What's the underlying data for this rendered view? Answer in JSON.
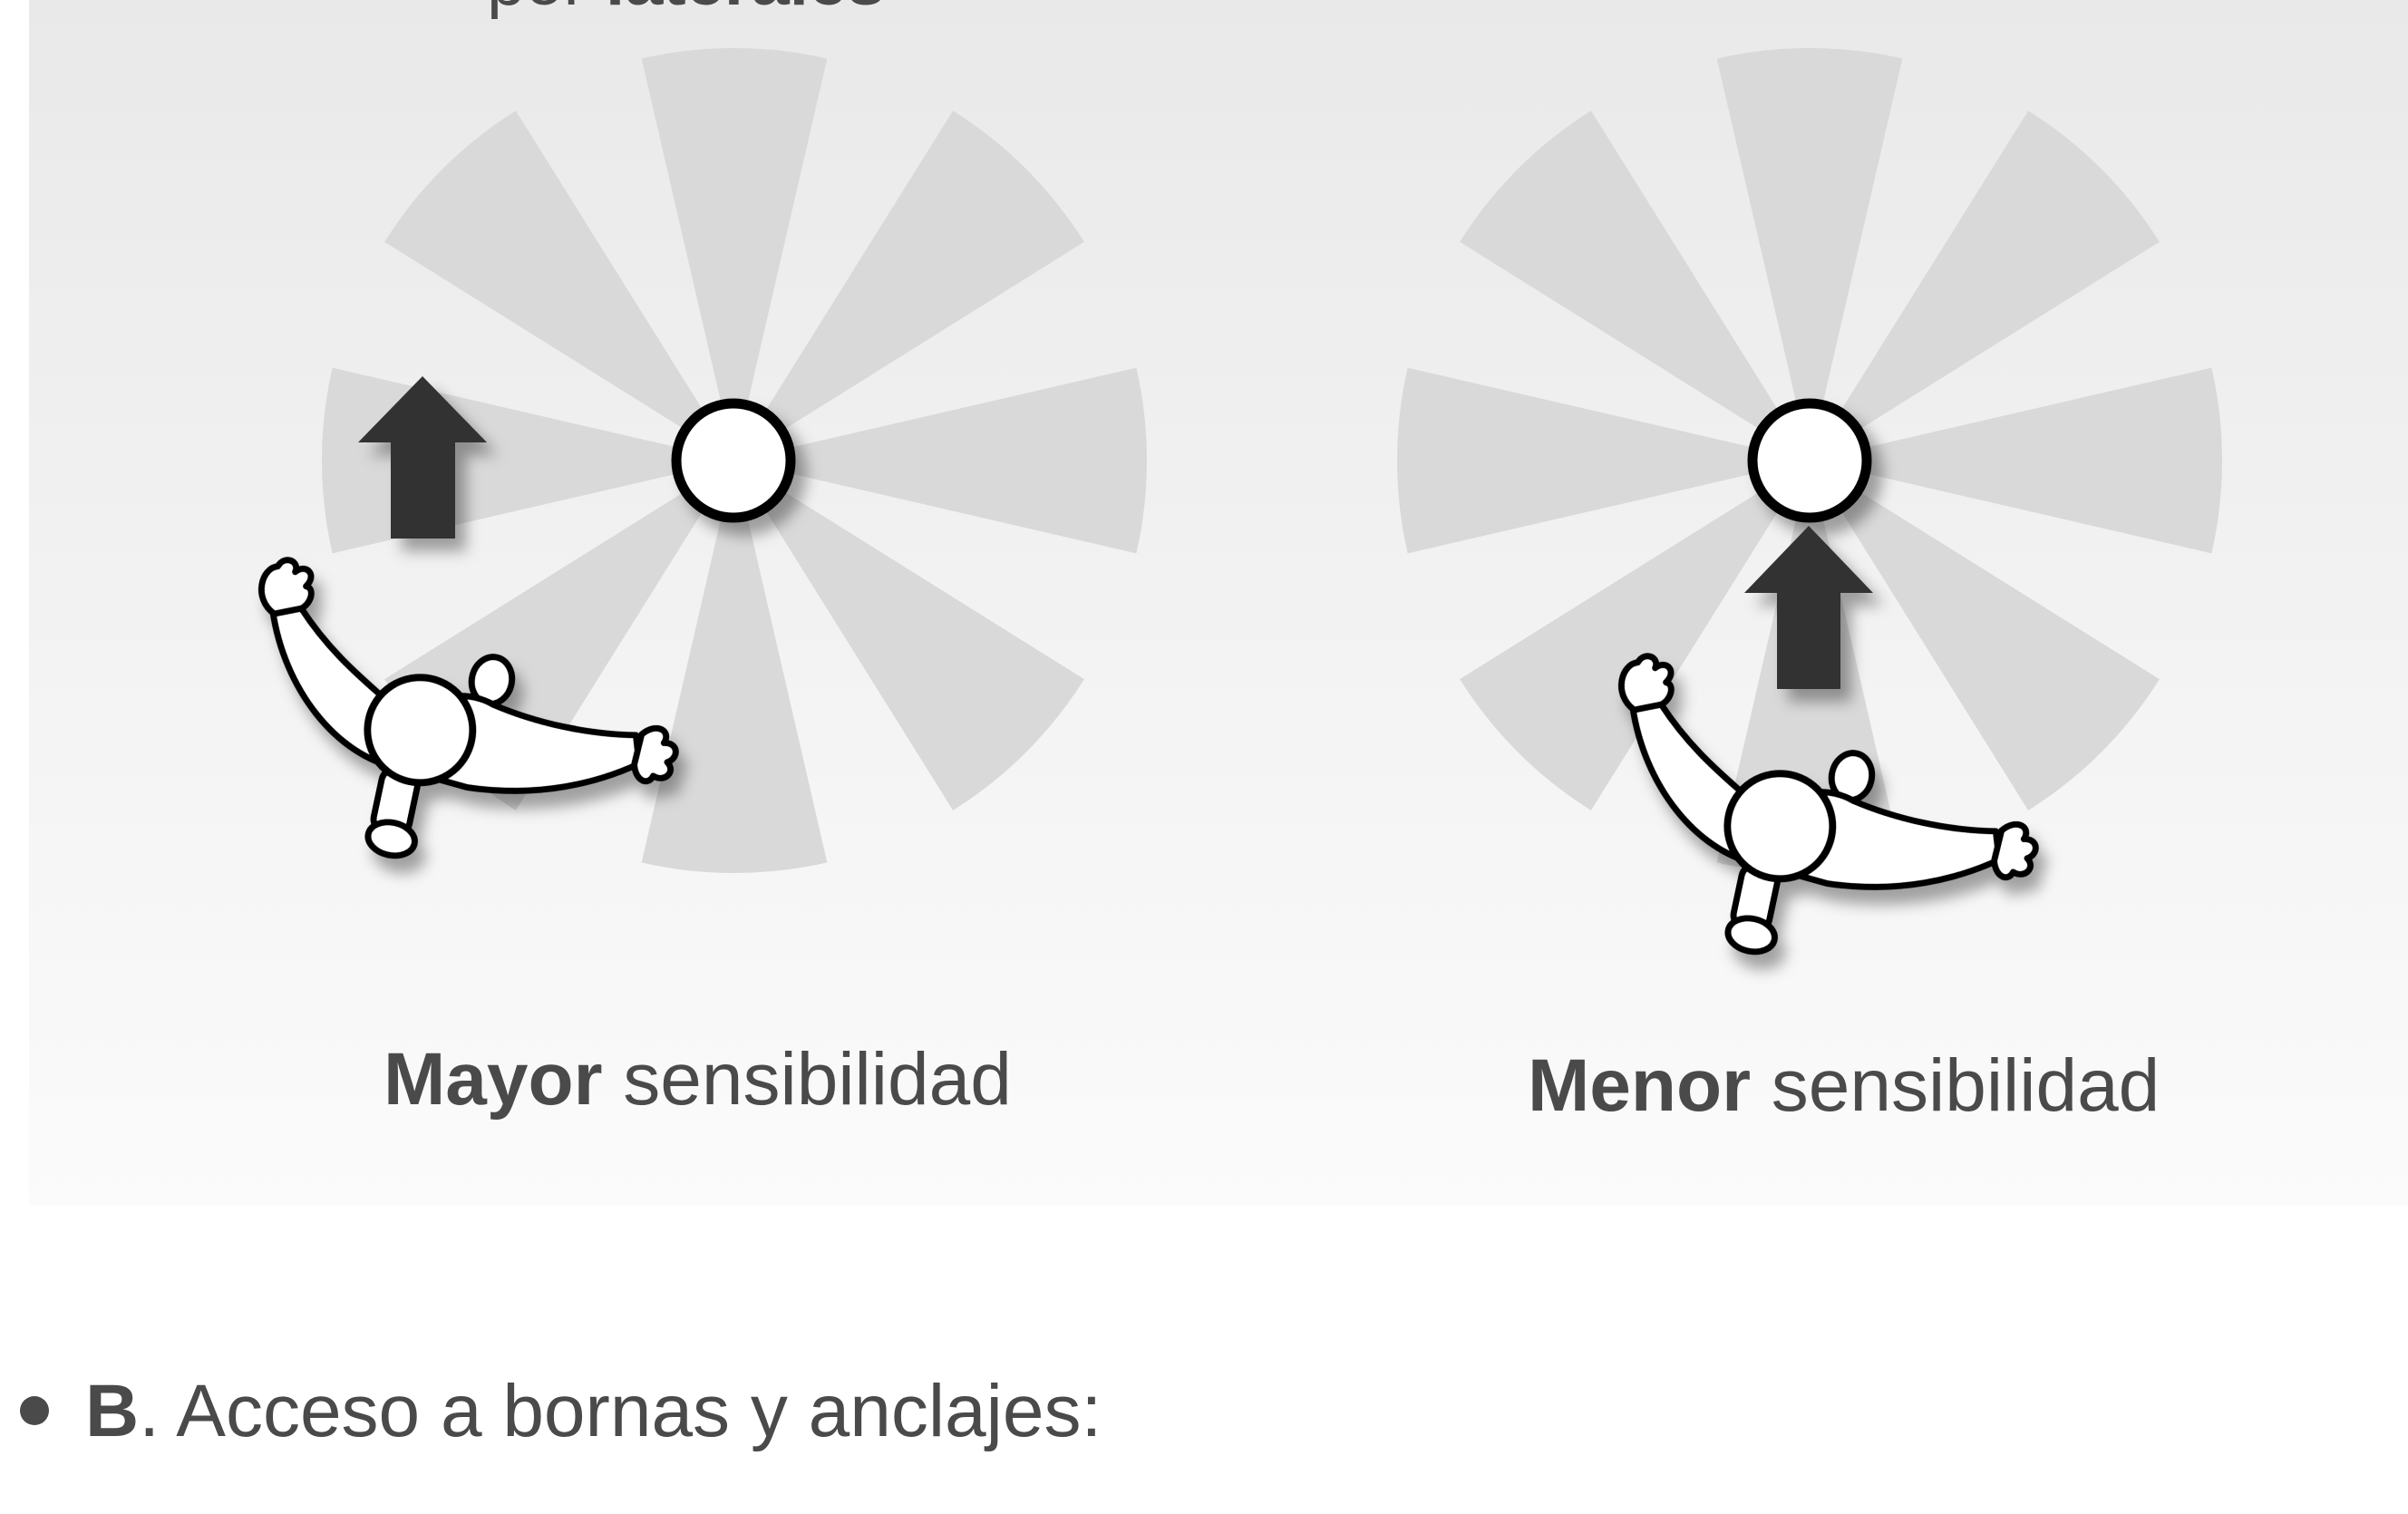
{
  "header": {
    "clipped_text_regular": "por ",
    "clipped_text_bold": "laterales"
  },
  "panels": [
    {
      "bold": "Mayor",
      "rest": " sensibilidad"
    },
    {
      "bold": "Menor",
      "rest": " sensibilidad"
    }
  ],
  "bullet": {
    "bold": "B",
    "rest": ". Acceso a bornas y anclajes:"
  },
  "colors": {
    "sector_fill": "#d9d9d9",
    "arrow_fill": "#333333",
    "text": "#4a4a4a",
    "outline": "#000000"
  }
}
